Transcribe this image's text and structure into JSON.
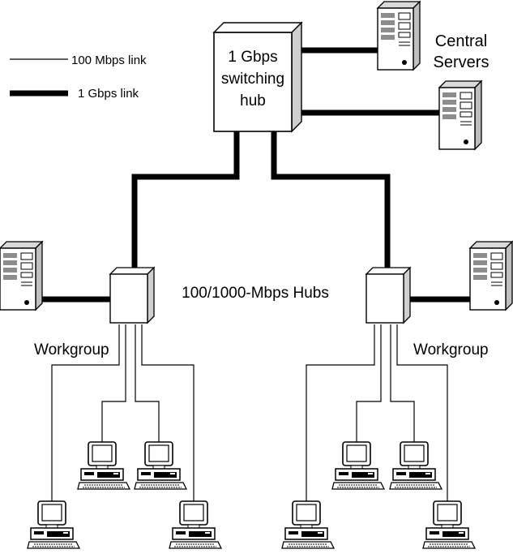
{
  "legend": {
    "thin_label": "100 Mbps link",
    "thick_label": "1 Gbps link"
  },
  "core_hub": {
    "line1": "1 Gbps",
    "line2": "switching",
    "line3": "hub"
  },
  "central_servers": {
    "line1": "Central",
    "line2": "Servers"
  },
  "hubs_label": "100/1000-Mbps Hubs",
  "workgroup_left_label": "Workgroup",
  "workgroup_right_label": "Workgroup",
  "colors": {
    "ink": "#000000",
    "device_face": "#ffffff",
    "device_shade": "#bfbfbf",
    "drive_slot": "#8c8c8c"
  },
  "icons": {
    "server": "server-tower-icon",
    "workstation": "desktop-computer-icon",
    "hub": "network-hub-icon"
  }
}
